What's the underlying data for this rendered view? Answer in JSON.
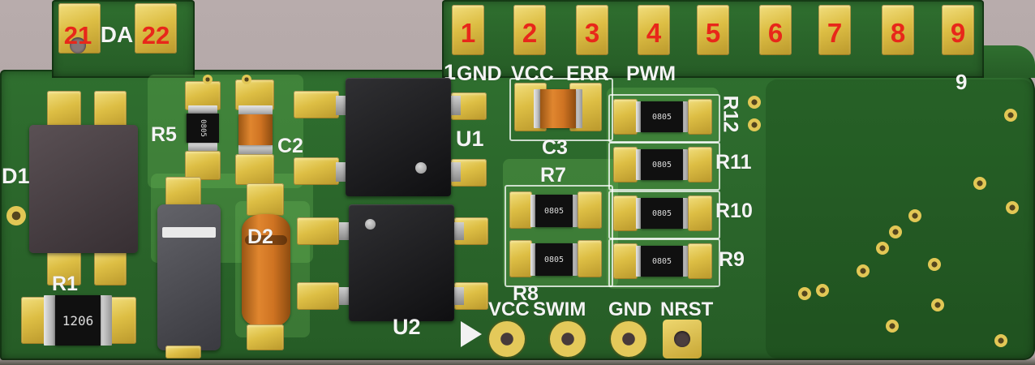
{
  "scene": {
    "background": "#afa3a3",
    "board_green": "#2d682d",
    "gold": "#ddbe44",
    "silk_red": "#e8271a",
    "silk_white": "#f4f4f4"
  },
  "top_left_tab": {
    "pin_21": "21",
    "label": "DA",
    "pin_22": "22"
  },
  "connector": {
    "pins": [
      {
        "number": "1",
        "signal": "GND"
      },
      {
        "number": "2",
        "signal": "VCC"
      },
      {
        "number": "3",
        "signal": "ERR"
      },
      {
        "number": "4",
        "signal": "PWM"
      },
      {
        "number": "5",
        "signal": ""
      },
      {
        "number": "6",
        "signal": ""
      },
      {
        "number": "7",
        "signal": ""
      },
      {
        "number": "8",
        "signal": ""
      },
      {
        "number": "9",
        "signal": ""
      }
    ],
    "pin1_marker": "1",
    "corner_label": "9"
  },
  "refdes": {
    "d1": "D1",
    "r1": "R1",
    "r5": "R5",
    "c2": "C2",
    "d2": "D2",
    "u1": "U1",
    "u2": "U2",
    "c3": "C3",
    "r7": "R7",
    "r8": "R8",
    "r9": "R9",
    "r10": "R10",
    "r11": "R11",
    "r12": "R12"
  },
  "package_markings": {
    "r1": "1206",
    "r5": "0805",
    "r7a": "0805",
    "r7b": "0805",
    "bank1": "0805",
    "bank2": "0805",
    "bank3": "0805",
    "bank4": "0805"
  },
  "programming_header": {
    "labels": [
      "VCC",
      "SWIM",
      "GND",
      "NRST"
    ]
  }
}
